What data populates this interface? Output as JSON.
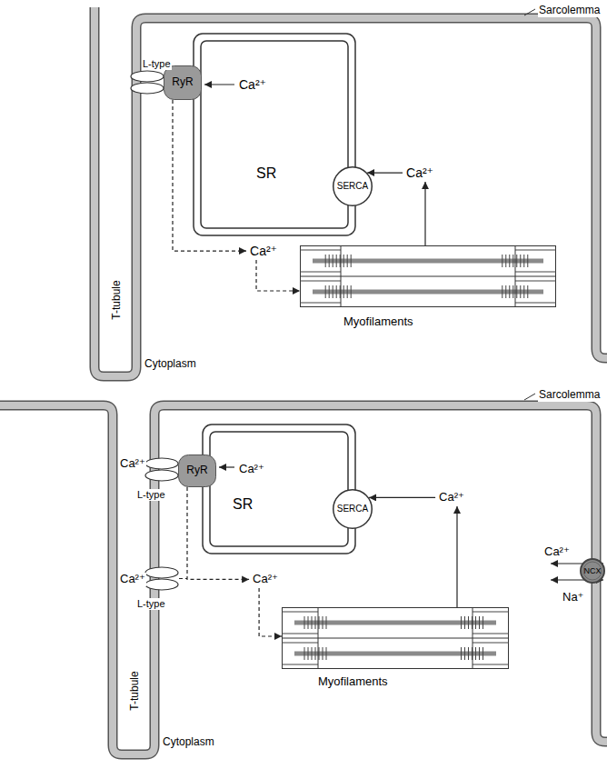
{
  "diagram": {
    "nodes": [
      {
        "text": [
          "SR"
        ]
      },
      {
        "text": [
          "RyR"
        ]
      },
      {
        "text": [
          "SERCA"
        ]
      },
      {
        "text": [
          "Myofilaments"
        ]
      },
      {
        "text": [
          "SR"
        ]
      },
      {
        "text": [
          "RyR"
        ]
      },
      {
        "text": [
          "SERCA"
        ]
      },
      {
        "text": [
          "Myofilaments"
        ]
      },
      {
        "text": [
          "NCX"
        ]
      }
    ],
    "edges": [
      {
        "from": 1,
        "to": 3,
        "arrow": "to",
        "label": "Ca²⁺"
      },
      {
        "from": 3,
        "to": 2,
        "arrow": "to",
        "label": "Ca²⁺"
      },
      {
        "from": 5,
        "to": 7,
        "arrow": "to",
        "label": "Ca²⁺"
      },
      {
        "from": 7,
        "to": 6,
        "arrow": "to",
        "label": "Ca²⁺"
      }
    ],
    "labels": [
      "Sarcolemma",
      "L-type",
      "Ca²⁺",
      "T-tubule",
      "Cytoplasm",
      "Sarcolemma",
      "Ca²⁺",
      "L-type",
      "Ca²⁺",
      "Ca²⁺",
      "L-type",
      "Ca²⁺",
      "Na⁺",
      "T-tubule",
      "Cytoplasm"
    ]
  }
}
